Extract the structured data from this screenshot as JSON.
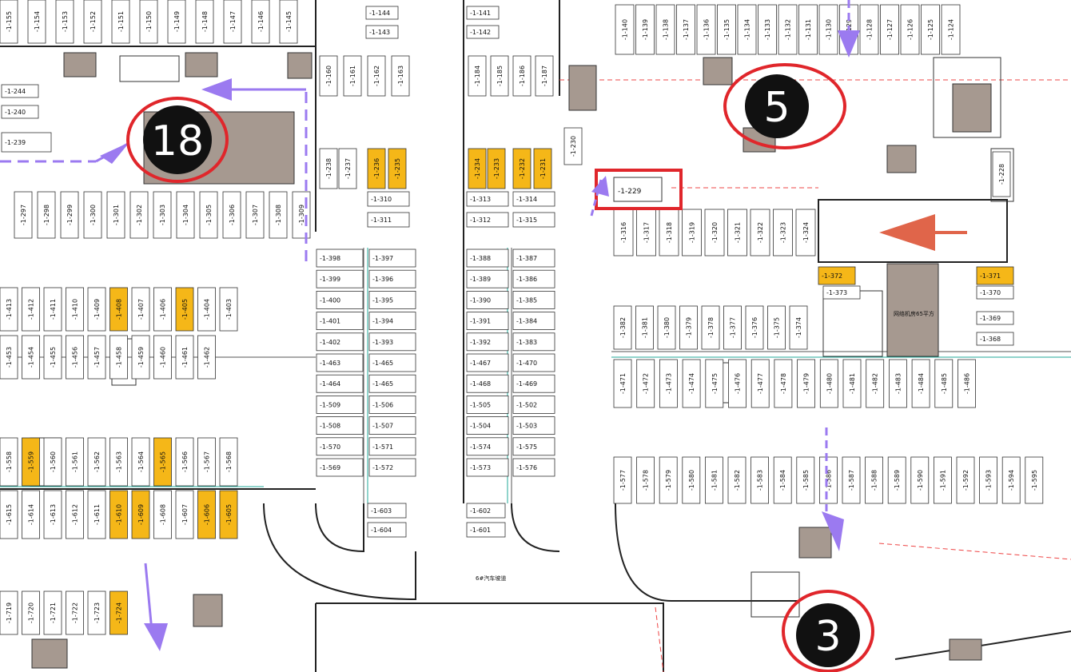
{
  "markers": [
    {
      "id": "marker-18",
      "label": "18"
    },
    {
      "id": "marker-5",
      "label": "5"
    },
    {
      "id": "marker-3",
      "label": "3"
    }
  ],
  "labels": {
    "ramp": "6#汽车坡道",
    "room_area": "网络机房65平方",
    "highlight_stall": "-1-229"
  },
  "colors": {
    "stall_yellow": "#f5b718",
    "room_brown": "#a69990",
    "marker_ring": "#e0262b",
    "marker_fill": "#111111",
    "arrow_purple": "#9b7af0",
    "arrow_orange": "#e0654a"
  },
  "stall_rows": [
    {
      "id": "row-top-left",
      "nums": [
        "-1-155",
        "-1-154",
        "-1-153",
        "-1-152",
        "-1-151",
        "-1-150",
        "-1-149",
        "-1-148",
        "-1-147",
        "-1-146",
        "-1-145"
      ]
    },
    {
      "id": "row-top-right",
      "nums": [
        "-1-140",
        "-1-139",
        "-1-138",
        "-1-137",
        "-1-136",
        "-1-135",
        "-1-134",
        "-1-133",
        "-1-132",
        "-1-131",
        "-1-130",
        "-1-129",
        "-1-128",
        "-1-127",
        "-1-126",
        "-1-125",
        "-1-124"
      ]
    },
    {
      "id": "row-160",
      "nums": [
        "-1-160",
        "-1-161",
        "-1-162",
        "-1-163"
      ]
    },
    {
      "id": "row-184",
      "nums": [
        "-1-184",
        "-1-185",
        "-1-186",
        "-1-187"
      ]
    },
    {
      "id": "row-297",
      "nums": [
        "-1-297",
        "-1-298",
        "-1-299",
        "-1-300",
        "-1-301",
        "-1-302",
        "-1-303",
        "-1-304",
        "-1-305",
        "-1-306",
        "-1-307",
        "-1-308",
        "-1-309"
      ]
    },
    {
      "id": "row-316",
      "nums": [
        "-1-316",
        "-1-317",
        "-1-318",
        "-1-319",
        "-1-320",
        "-1-321",
        "-1-322",
        "-1-323",
        "-1-324"
      ]
    },
    {
      "id": "row-413",
      "nums": [
        "-1-413",
        "-1-412",
        "-1-411",
        "-1-410",
        "-1-409",
        "-1-408",
        "-1-407",
        "-1-406",
        "-1-405",
        "-1-404",
        "-1-403"
      ]
    },
    {
      "id": "row-453",
      "nums": [
        "-1-453",
        "-1-454",
        "-1-455",
        "-1-456",
        "-1-457",
        "-1-458",
        "-1-459",
        "-1-460",
        "-1-461",
        "-1-462"
      ]
    },
    {
      "id": "row-382",
      "nums": [
        "-1-382",
        "-1-381",
        "-1-380",
        "-1-379",
        "-1-378",
        "-1-377",
        "-1-376",
        "-1-375",
        "-1-374"
      ]
    },
    {
      "id": "row-471",
      "nums": [
        "-1-471",
        "-1-472",
        "-1-473",
        "-1-474",
        "-1-475",
        "-1-476",
        "-1-477",
        "-1-478",
        "-1-479",
        "-1-480",
        "-1-481",
        "-1-482",
        "-1-483",
        "-1-484",
        "-1-485",
        "-1-486"
      ]
    },
    {
      "id": "row-558",
      "nums": [
        "-1-558",
        "-1-559",
        "-1-560",
        "-1-561",
        "-1-562",
        "-1-563",
        "-1-564",
        "-1-565",
        "-1-566",
        "-1-567",
        "-1-568"
      ]
    },
    {
      "id": "row-615",
      "nums": [
        "-1-615",
        "-1-614",
        "-1-613",
        "-1-612",
        "-1-611",
        "-1-610",
        "-1-609",
        "-1-608",
        "-1-607",
        "-1-606",
        "-1-605"
      ]
    },
    {
      "id": "row-577",
      "nums": [
        "-1-577",
        "-1-578",
        "-1-579",
        "-1-580",
        "-1-581",
        "-1-582",
        "-1-583",
        "-1-584",
        "-1-585",
        "-1-586",
        "-1-587",
        "-1-588",
        "-1-589",
        "-1-590",
        "-1-591",
        "-1-592",
        "-1-593",
        "-1-594",
        "-1-595"
      ]
    },
    {
      "id": "row-719",
      "nums": [
        "-1-719",
        "-1-720",
        "-1-721",
        "-1-722",
        "-1-723",
        "-1-724"
      ]
    }
  ],
  "stall_cols": [
    {
      "id": "col-left-a",
      "nums": [
        "-1-398",
        "-1-399",
        "-1-400",
        "-1-401",
        "-1-402",
        "-1-463",
        "-1-464",
        "-1-509",
        "-1-508",
        "-1-570",
        "-1-569"
      ]
    },
    {
      "id": "col-left-b",
      "nums": [
        "-1-397",
        "-1-396",
        "-1-395",
        "-1-394",
        "-1-393",
        "-1-465",
        "-1-465",
        "-1-506",
        "-1-507",
        "-1-571",
        "-1-572"
      ]
    },
    {
      "id": "col-right-a",
      "nums": [
        "-1-388",
        "-1-389",
        "-1-390",
        "-1-391",
        "-1-392",
        "-1-467",
        "-1-468",
        "-1-505",
        "-1-504",
        "-1-574",
        "-1-573"
      ]
    },
    {
      "id": "col-right-b",
      "nums": [
        "-1-387",
        "-1-386",
        "-1-385",
        "-1-384",
        "-1-383",
        "-1-470",
        "-1-469",
        "-1-502",
        "-1-503",
        "-1-575",
        "-1-576"
      ]
    }
  ],
  "small_stalls": [
    {
      "n": "-1-144"
    },
    {
      "n": "-1-143"
    },
    {
      "n": "-1-141"
    },
    {
      "n": "-1-142"
    },
    {
      "n": "-1-244"
    },
    {
      "n": "-1-240"
    },
    {
      "n": "-1-239"
    },
    {
      "n": "-1-310"
    },
    {
      "n": "-1-311"
    },
    {
      "n": "-1-313"
    },
    {
      "n": "-1-312"
    },
    {
      "n": "-1-314"
    },
    {
      "n": "-1-315"
    },
    {
      "n": "-1-236"
    },
    {
      "n": "-1-235"
    },
    {
      "n": "-1-234"
    },
    {
      "n": "-1-233"
    },
    {
      "n": "-1-232"
    },
    {
      "n": "-1-231"
    },
    {
      "n": "-1-238"
    },
    {
      "n": "-1-237"
    },
    {
      "n": "-1-230"
    },
    {
      "n": "-1-228"
    },
    {
      "n": "-1-372"
    },
    {
      "n": "-1-373"
    },
    {
      "n": "-1-371"
    },
    {
      "n": "-1-370"
    },
    {
      "n": "-1-369"
    },
    {
      "n": "-1-368"
    },
    {
      "n": "-1-603"
    },
    {
      "n": "-1-604"
    },
    {
      "n": "-1-602"
    },
    {
      "n": "-1-601"
    }
  ]
}
